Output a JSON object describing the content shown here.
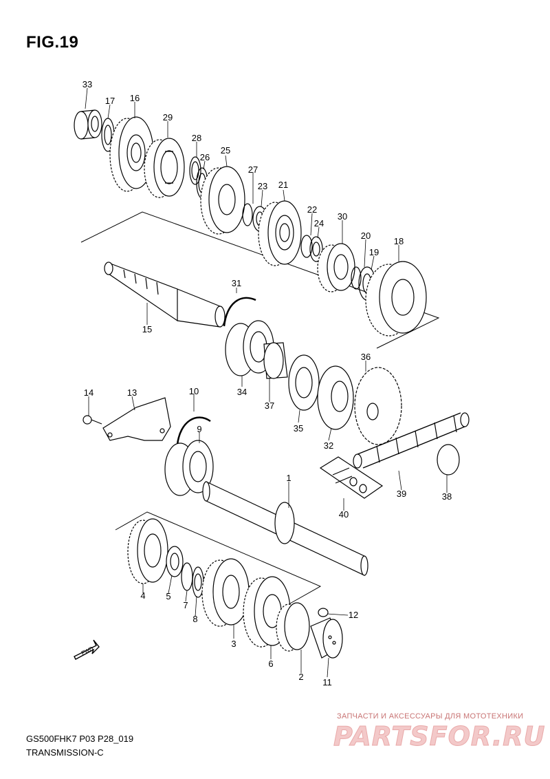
{
  "figure": {
    "title": "FIG.19",
    "model_code": "GS500FHK7 P03 P28_019",
    "section": "TRANSMISSION-C"
  },
  "callouts": [
    {
      "id": "33",
      "text": "33"
    },
    {
      "id": "17",
      "text": "17"
    },
    {
      "id": "16",
      "text": "16"
    },
    {
      "id": "29",
      "text": "29"
    },
    {
      "id": "28",
      "text": "28"
    },
    {
      "id": "26",
      "text": "26"
    },
    {
      "id": "25",
      "text": "25"
    },
    {
      "id": "27",
      "text": "27"
    },
    {
      "id": "23",
      "text": "23"
    },
    {
      "id": "21",
      "text": "21"
    },
    {
      "id": "22",
      "text": "22"
    },
    {
      "id": "24",
      "text": "24"
    },
    {
      "id": "30",
      "text": "30"
    },
    {
      "id": "20",
      "text": "20"
    },
    {
      "id": "19",
      "text": "19"
    },
    {
      "id": "18",
      "text": "18"
    },
    {
      "id": "31",
      "text": "31"
    },
    {
      "id": "15",
      "text": "15"
    },
    {
      "id": "36",
      "text": "36"
    },
    {
      "id": "34",
      "text": "34"
    },
    {
      "id": "37",
      "text": "37"
    },
    {
      "id": "35",
      "text": "35"
    },
    {
      "id": "32",
      "text": "32"
    },
    {
      "id": "14",
      "text": "14"
    },
    {
      "id": "13",
      "text": "13"
    },
    {
      "id": "10",
      "text": "10"
    },
    {
      "id": "9",
      "text": "9"
    },
    {
      "id": "39",
      "text": "39"
    },
    {
      "id": "38",
      "text": "38"
    },
    {
      "id": "1",
      "text": "1"
    },
    {
      "id": "40",
      "text": "40"
    },
    {
      "id": "4",
      "text": "4"
    },
    {
      "id": "5",
      "text": "5"
    },
    {
      "id": "7",
      "text": "7"
    },
    {
      "id": "8",
      "text": "8"
    },
    {
      "id": "12",
      "text": "12"
    },
    {
      "id": "3",
      "text": "3"
    },
    {
      "id": "6",
      "text": "6"
    },
    {
      "id": "2",
      "text": "2"
    },
    {
      "id": "11",
      "text": "11"
    }
  ],
  "fwd_arrow": {
    "label": "FWD"
  },
  "watermark": {
    "tagline": "ЗАПЧАСТИ И АКСЕССУАРЫ ДЛЯ МОТОТЕХНИКИ",
    "logo": "PARTSFOR.RU"
  },
  "colors": {
    "ink": "#000000",
    "watermark": "#e9a9a9"
  }
}
